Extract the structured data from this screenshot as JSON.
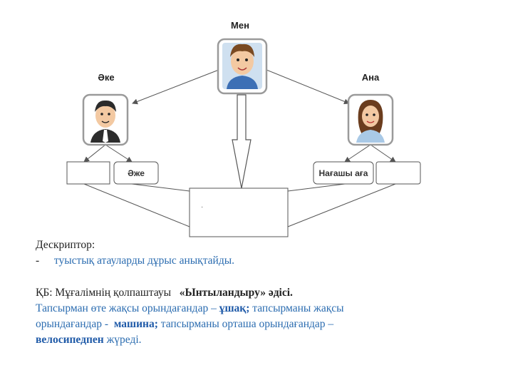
{
  "diagram": {
    "me_label": "Мен",
    "father_label": "Әке",
    "mother_label": "Ана",
    "grandmother_box": "Әже",
    "uncle_box": "Нағашы аға",
    "center_box_mark": "·"
  },
  "descriptor": {
    "title": "Дескриптор:",
    "bullet": "-",
    "item": "туыстық атауларды дұрыс анықтайды."
  },
  "assessment": {
    "line1_prefix": "ҚБ: Мұғалімнің қолпаштауы",
    "line1_method": "«Ынтыландыру» әдісі.",
    "line2_start": "Тапсырман өте жақсы орындағандар –",
    "line2_bold": "ұшақ;",
    "line2_end": "тапсырманы жақсы",
    "line3_start": "орындағандар -",
    "line3_bold": "машина;",
    "line3_end": "тапсырманы орташа орындағандар –",
    "line4_bold": "велосипедпен",
    "line4_end": "жүреді."
  },
  "colors": {
    "frame": "#9a9a9a",
    "line": "#555555",
    "text_blue": "#2b6cb0",
    "skin": "#f3c9a2"
  }
}
